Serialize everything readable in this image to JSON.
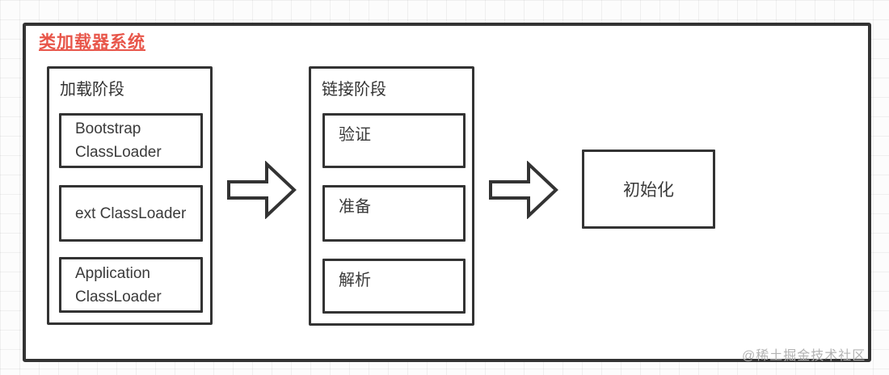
{
  "page": {
    "title": "类加载器系统",
    "watermark": "@稀土掘金技术社区"
  },
  "colors": {
    "title_accent": "#e8564a",
    "border": "#333333",
    "text": "#3a3a3a",
    "watermark": "#b3b3b3",
    "canvas_background": "#fcfcfc",
    "grid_line": "rgba(0,0,0,0.05)"
  },
  "diagram": {
    "loading_phase": {
      "title": "加载阶段",
      "items": [
        {
          "label": "Bootstrap ClassLoader"
        },
        {
          "label": "ext ClassLoader"
        },
        {
          "label": "Application ClassLoader"
        }
      ]
    },
    "linking_phase": {
      "title": "链接阶段",
      "items": [
        {
          "label": "验证"
        },
        {
          "label": "准备"
        },
        {
          "label": "解析"
        }
      ]
    },
    "initialization": {
      "label": "初始化"
    },
    "arrows": [
      {
        "icon": "right-block-arrow-icon"
      },
      {
        "icon": "right-block-arrow-icon"
      }
    ]
  }
}
